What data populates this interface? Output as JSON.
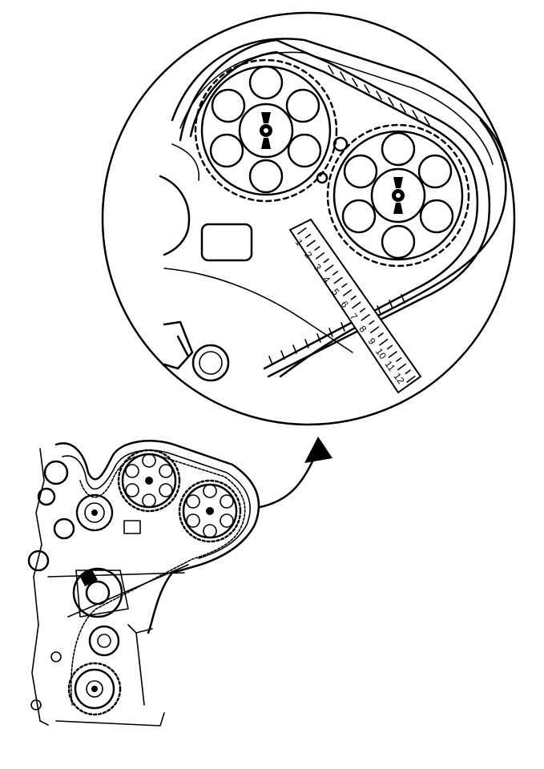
{
  "figure": {
    "ruler_scale_labels": [
      "1",
      "2",
      "3",
      "4",
      "5",
      "6",
      "7",
      "8",
      "9",
      "10",
      "11",
      "12"
    ],
    "line_color": "#000000",
    "background_color": "#ffffff",
    "parts": {
      "detail_view": "magnified-circle-detail",
      "engine_overview": "timing-belt-engine-front",
      "callout": "curved-arrow-pointer"
    }
  }
}
